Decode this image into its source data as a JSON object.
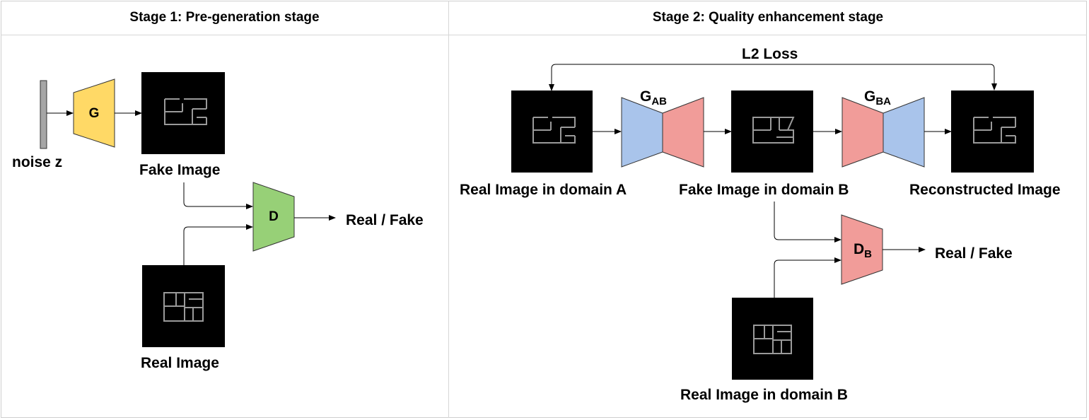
{
  "stage1": {
    "title": "Stage 1: Pre-generation stage",
    "noise_label": "noise z",
    "generator_label": "G",
    "fake_image_label": "Fake Image",
    "discriminator_label": "D",
    "output_label": "Real / Fake",
    "real_image_label": "Real Image"
  },
  "stage2": {
    "title": "Stage 2: Quality enhancement stage",
    "loss_label": "L2 Loss",
    "gen_ab_main": "G",
    "gen_ab_sub": "AB",
    "gen_ba_main": "G",
    "gen_ba_sub": "BA",
    "real_a_label": "Real Image in domain A",
    "fake_b_label": "Fake Image in domain B",
    "recon_label": "Reconstructed Image",
    "disc_b_main": "D",
    "disc_b_sub": "B",
    "output_label": "Real / Fake",
    "real_b_label": "Real Image in domain B"
  },
  "colors": {
    "generator_yellow": "#ffd966",
    "discriminator_green": "#97d077",
    "encoder_blue": "#a9c4eb",
    "decoder_red": "#f19c99",
    "noise_gray": "#a6a6a6"
  }
}
